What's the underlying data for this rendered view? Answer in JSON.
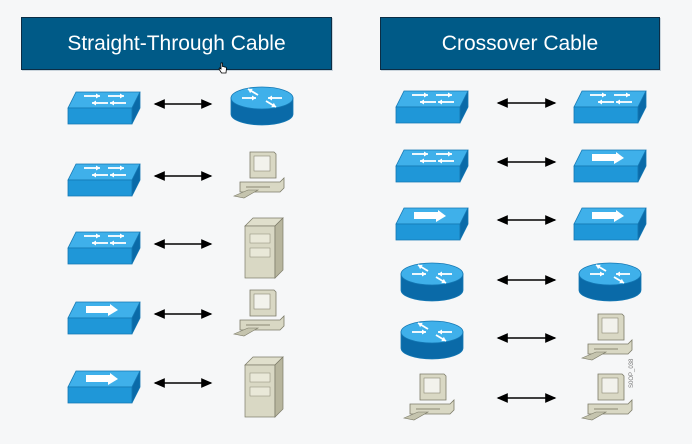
{
  "headers": {
    "straight_through": "Straight-Through Cable",
    "crossover": "Crossover Cable"
  },
  "figure_id": "S0OP_038",
  "straight_through_pairs": [
    {
      "left": "switch",
      "right": "router"
    },
    {
      "left": "switch",
      "right": "pc"
    },
    {
      "left": "switch",
      "right": "server"
    },
    {
      "left": "hub",
      "right": "pc"
    },
    {
      "left": "hub",
      "right": "server"
    }
  ],
  "crossover_pairs": [
    {
      "left": "switch",
      "right": "switch"
    },
    {
      "left": "switch",
      "right": "hub"
    },
    {
      "left": "hub",
      "right": "hub"
    },
    {
      "left": "router",
      "right": "router"
    },
    {
      "left": "router",
      "right": "pc"
    },
    {
      "left": "pc",
      "right": "pc"
    }
  ],
  "colors": {
    "device_blue": "#1f97d8",
    "device_dark": "#0a6aa8",
    "header_bg": "#005a87",
    "pc_beige": "#d9d8c4"
  }
}
